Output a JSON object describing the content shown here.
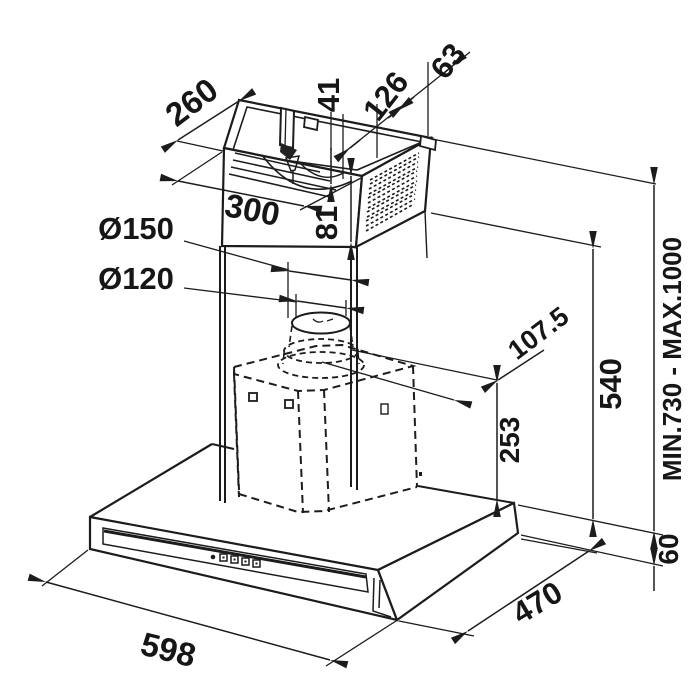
{
  "drawing": {
    "colors": {
      "line": "#1c1c1c",
      "background": "#ffffff"
    },
    "dims": {
      "top_depth": "260",
      "top_offset_a": "41",
      "top_offset_b": "126",
      "top_offset_c": "63",
      "top_width": "300",
      "collar_height": "81",
      "duct_diameter_large": "Ø150",
      "duct_diameter_small": "Ø120",
      "outlet_offset": "107.5",
      "upper_height": "540",
      "motor_height": "253",
      "height_range": "MIN.730 - MAX.1000",
      "canopy_height": "60",
      "canopy_width": "598",
      "canopy_depth": "470"
    }
  }
}
